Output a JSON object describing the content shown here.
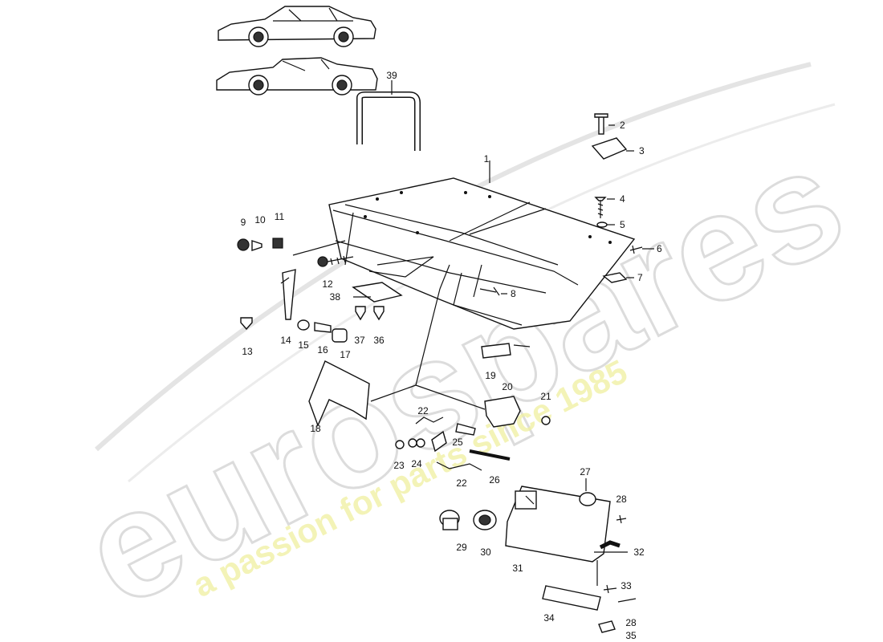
{
  "watermark": {
    "brand": "eurospares",
    "tagline": "a passion for parts since 1985"
  },
  "colors": {
    "watermark_outline": "#dcdcdc",
    "watermark_tagline": "#f0f0a0",
    "line": "#111111"
  },
  "vehicles": [
    "coupe",
    "cabriolet"
  ],
  "parts": [
    {
      "id": "1",
      "label": "1"
    },
    {
      "id": "2",
      "label": "2"
    },
    {
      "id": "3",
      "label": "3"
    },
    {
      "id": "4",
      "label": "4"
    },
    {
      "id": "5",
      "label": "5"
    },
    {
      "id": "6",
      "label": "6"
    },
    {
      "id": "7",
      "label": "7"
    },
    {
      "id": "8",
      "label": "8"
    },
    {
      "id": "9",
      "label": "9"
    },
    {
      "id": "10",
      "label": "10"
    },
    {
      "id": "11",
      "label": "11"
    },
    {
      "id": "12",
      "label": "12"
    },
    {
      "id": "13",
      "label": "13"
    },
    {
      "id": "14",
      "label": "14"
    },
    {
      "id": "15",
      "label": "15"
    },
    {
      "id": "16",
      "label": "16"
    },
    {
      "id": "17",
      "label": "17"
    },
    {
      "id": "18",
      "label": "18"
    },
    {
      "id": "19",
      "label": "19"
    },
    {
      "id": "20",
      "label": "20"
    },
    {
      "id": "21",
      "label": "21"
    },
    {
      "id": "22a",
      "label": "22"
    },
    {
      "id": "22b",
      "label": "22"
    },
    {
      "id": "23",
      "label": "23"
    },
    {
      "id": "24",
      "label": "24"
    },
    {
      "id": "25",
      "label": "25"
    },
    {
      "id": "26",
      "label": "26"
    },
    {
      "id": "27",
      "label": "27"
    },
    {
      "id": "28a",
      "label": "28"
    },
    {
      "id": "28b",
      "label": "28"
    },
    {
      "id": "29",
      "label": "29"
    },
    {
      "id": "30",
      "label": "30"
    },
    {
      "id": "31",
      "label": "31"
    },
    {
      "id": "32",
      "label": "32"
    },
    {
      "id": "33",
      "label": "33"
    },
    {
      "id": "34",
      "label": "34"
    },
    {
      "id": "35",
      "label": "35"
    },
    {
      "id": "36",
      "label": "36"
    },
    {
      "id": "37",
      "label": "37"
    },
    {
      "id": "38",
      "label": "38"
    },
    {
      "id": "39",
      "label": "39"
    }
  ]
}
